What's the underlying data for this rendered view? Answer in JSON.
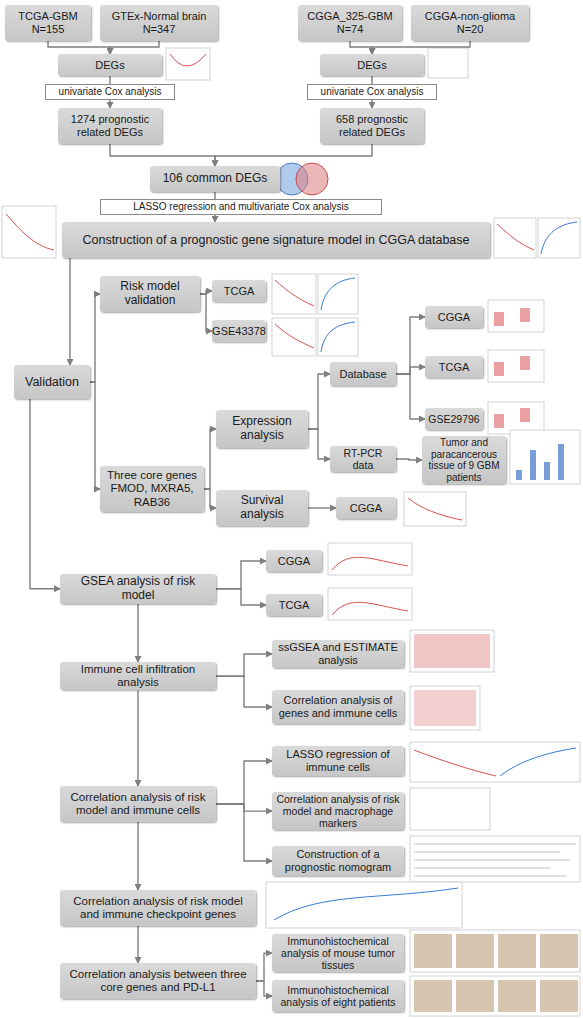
{
  "diagram": {
    "nodes": [
      {
        "text": [
          "TCGA-GBM N=155"
        ]
      },
      {
        "text": [
          "GTEx-Normal brain N=347"
        ]
      },
      {
        "text": [
          "CGGA_325-GBM N=74"
        ]
      },
      {
        "text": [
          "CGGA-non-glioma N=20"
        ]
      },
      {
        "text": [
          "DEGs"
        ]
      },
      {
        "text": [
          "DEGs"
        ]
      },
      {
        "text": [
          "univariate Cox analysis"
        ]
      },
      {
        "text": [
          "univariate Cox analysis"
        ]
      },
      {
        "text": [
          "1274 prognostic related DEGs"
        ]
      },
      {
        "text": [
          "658 prognostic related DEGs"
        ]
      },
      {
        "text": [
          "106 common DEGs"
        ]
      },
      {
        "text": [
          "LASSO regression and multivariate Cox analysis"
        ]
      },
      {
        "text": [
          "Construction of a prognostic gene signature model in CGGA database"
        ]
      },
      {
        "text": [
          "Validation"
        ]
      },
      {
        "text": [
          "Risk model validation"
        ]
      },
      {
        "text": [
          "TCGA"
        ]
      },
      {
        "text": [
          "GSE43378"
        ]
      },
      {
        "text": [
          "Three core genes FMOD, MXRA5, RAB36"
        ]
      },
      {
        "text": [
          "Expression analysis"
        ]
      },
      {
        "text": [
          "Database"
        ]
      },
      {
        "text": [
          "CGGA"
        ]
      },
      {
        "text": [
          "TCGA"
        ]
      },
      {
        "text": [
          "GSE29796"
        ]
      },
      {
        "text": [
          "RT-PCR data"
        ]
      },
      {
        "text": [
          "Tumor and paracancerous tissue of 9 GBM patients"
        ]
      },
      {
        "text": [
          "Survival analysis"
        ]
      },
      {
        "text": [
          "CGGA"
        ]
      },
      {
        "text": [
          "GSEA analysis of risk model"
        ]
      },
      {
        "text": [
          "CGGA"
        ]
      },
      {
        "text": [
          "TCGA"
        ]
      },
      {
        "text": [
          "Immune cell infiltration analysis"
        ]
      },
      {
        "text": [
          "ssGSEA and ESTIMATE analysis"
        ]
      },
      {
        "text": [
          "Correlation analysis of genes and immune cells"
        ]
      },
      {
        "text": [
          "Correlation analysis of risk model and immune cells"
        ]
      },
      {
        "text": [
          "LASSO regression of immune cells"
        ]
      },
      {
        "text": [
          "Correlation analysis of risk model and macrophage markers"
        ]
      },
      {
        "text": [
          "Construction of a prognostic nomogram"
        ]
      },
      {
        "text": [
          "Correlation analysis of risk model and immune checkpoint genes"
        ]
      },
      {
        "text": [
          "Correlation analysis between three core genes and PD-L1"
        ]
      },
      {
        "text": [
          "Immunohistochemical analysis of mouse tumor tissues"
        ]
      },
      {
        "text": [
          "Immunohistochemical analysis of eight patients"
        ]
      }
    ],
    "edges": [
      {
        "from": 0,
        "to": 4,
        "arrow": "to"
      },
      {
        "from": 1,
        "to": 4,
        "arrow": "to"
      },
      {
        "from": 2,
        "to": 5,
        "arrow": "to"
      },
      {
        "from": 3,
        "to": 5,
        "arrow": "to"
      },
      {
        "from": 4,
        "to": 6,
        "arrow": "none"
      },
      {
        "from": 5,
        "to": 7,
        "arrow": "none"
      },
      {
        "from": 6,
        "to": 8,
        "arrow": "to"
      },
      {
        "from": 7,
        "to": 9,
        "arrow": "to"
      },
      {
        "from": 8,
        "to": 10,
        "arrow": "to"
      },
      {
        "from": 9,
        "to": 10,
        "arrow": "to"
      },
      {
        "from": 10,
        "to": 11,
        "arrow": "none"
      },
      {
        "from": 11,
        "to": 12,
        "arrow": "to"
      },
      {
        "from": 12,
        "to": 13,
        "arrow": "to"
      },
      {
        "from": 13,
        "to": 14,
        "arrow": "to"
      },
      {
        "from": 13,
        "to": 17,
        "arrow": "to"
      },
      {
        "from": 14,
        "to": 15,
        "arrow": "to"
      },
      {
        "from": 14,
        "to": 16,
        "arrow": "to"
      },
      {
        "from": 17,
        "to": 18,
        "arrow": "to"
      },
      {
        "from": 17,
        "to": 25,
        "arrow": "to"
      },
      {
        "from": 18,
        "to": 19,
        "arrow": "to"
      },
      {
        "from": 18,
        "to": 23,
        "arrow": "to"
      },
      {
        "from": 19,
        "to": 20,
        "arrow": "to"
      },
      {
        "from": 19,
        "to": 21,
        "arrow": "to"
      },
      {
        "from": 19,
        "to": 22,
        "arrow": "to"
      },
      {
        "from": 23,
        "to": 24,
        "arrow": "to"
      },
      {
        "from": 25,
        "to": 26,
        "arrow": "to"
      },
      {
        "from": 13,
        "to": 27,
        "arrow": "to"
      },
      {
        "from": 27,
        "to": 28,
        "arrow": "to"
      },
      {
        "from": 27,
        "to": 29,
        "arrow": "to"
      },
      {
        "from": 27,
        "to": 30,
        "arrow": "to"
      },
      {
        "from": 30,
        "to": 31,
        "arrow": "to"
      },
      {
        "from": 30,
        "to": 32,
        "arrow": "to"
      },
      {
        "from": 30,
        "to": 33,
        "arrow": "to"
      },
      {
        "from": 33,
        "to": 34,
        "arrow": "to"
      },
      {
        "from": 33,
        "to": 35,
        "arrow": "to"
      },
      {
        "from": 33,
        "to": 36,
        "arrow": "to"
      },
      {
        "from": 33,
        "to": 37,
        "arrow": "to"
      },
      {
        "from": 37,
        "to": 38,
        "arrow": "to"
      },
      {
        "from": 38,
        "to": 39,
        "arrow": "to"
      },
      {
        "from": 38,
        "to": 40,
        "arrow": "to"
      }
    ]
  }
}
